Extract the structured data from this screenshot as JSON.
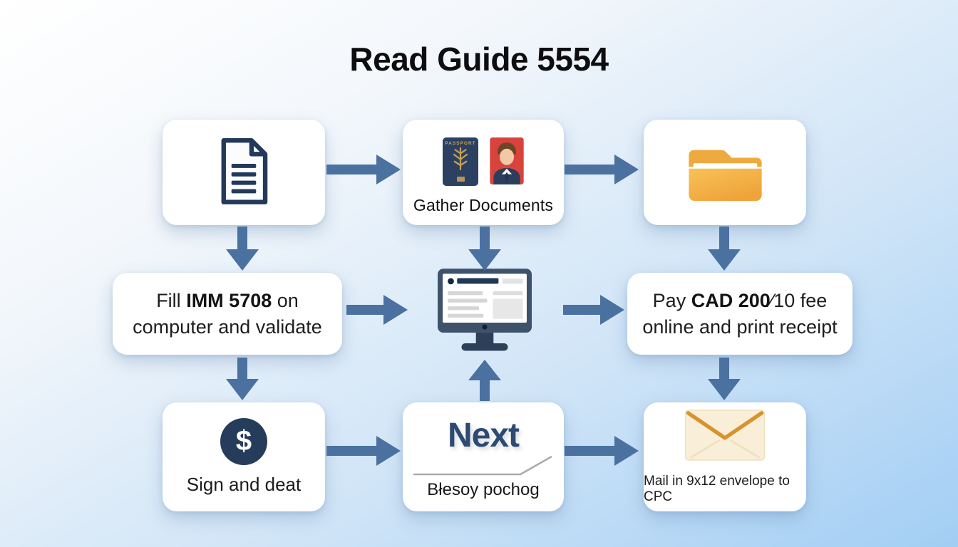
{
  "title": "Read Guide 5554",
  "colors": {
    "arrow": "#4a719f",
    "navy": "#263c5b",
    "folder_orange": "#f2ae41",
    "photo_red": "#d8443c",
    "envelope_cream": "#f9efd8",
    "next_blue": "#2d4b72",
    "background_blue": "#a2cef4"
  },
  "flow": {
    "read_form": {
      "icon": "document-icon"
    },
    "gather": {
      "label": "Gather Documents",
      "passport_label": "PASSPORT",
      "icons": [
        "passport-icon",
        "photo-id-icon"
      ]
    },
    "folder": {
      "icon": "folder-icon"
    },
    "fill_imm": {
      "line1_pre": "Fill ",
      "line1_bold": "IMM 5708",
      "line1_post": " on",
      "line2": "computer and validate"
    },
    "review": {
      "icon": "computer-monitor-icon"
    },
    "pay_fee": {
      "line1_pre": "Pay ",
      "line1_bold": "CAD 200",
      "line1_post": "⁄10 fee",
      "line2": "online and print receipt"
    },
    "sign_date": {
      "label": "Sign and deat",
      "icon": "dollar-icon",
      "dollar_glyph": "$"
    },
    "next_step": {
      "title": "Next",
      "subtitle": "Błesoy pochog"
    },
    "mail": {
      "label": "Mail in 9x12 envelope to CPC",
      "icon": "envelope-icon"
    }
  }
}
